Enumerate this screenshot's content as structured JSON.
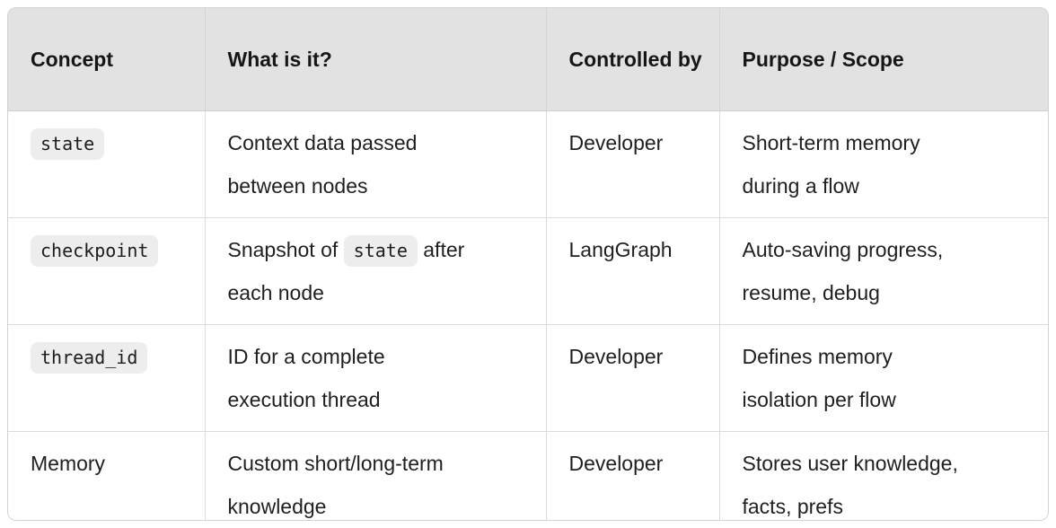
{
  "colors": {
    "header_background": "#e2e2e2",
    "code_pill_background": "#ededed",
    "border": "#d2d2d2",
    "text": "#1f1f1f"
  },
  "table": {
    "headers": [
      "Concept",
      "What is it?",
      "Controlled by",
      "Purpose / Scope"
    ],
    "rows": [
      {
        "concept": {
          "code": true,
          "text": "state"
        },
        "what": [
          {
            "type": "text",
            "value": "Context data passed\nbetween nodes"
          }
        ],
        "controlled_by": "Developer",
        "purpose": "Short-term memory\nduring a flow"
      },
      {
        "concept": {
          "code": true,
          "text": "checkpoint"
        },
        "what": [
          {
            "type": "text",
            "value": "Snapshot of "
          },
          {
            "type": "code",
            "value": "state"
          },
          {
            "type": "text",
            "value": " after\neach node"
          }
        ],
        "controlled_by": "LangGraph",
        "purpose": "Auto-saving progress,\nresume, debug"
      },
      {
        "concept": {
          "code": true,
          "text": "thread_id"
        },
        "what": [
          {
            "type": "text",
            "value": "ID for a complete\nexecution thread"
          }
        ],
        "controlled_by": "Developer",
        "purpose": "Defines memory\nisolation per flow"
      },
      {
        "concept": {
          "code": false,
          "text": "Memory"
        },
        "what": [
          {
            "type": "text",
            "value": "Custom short/long-term\nknowledge"
          }
        ],
        "controlled_by": "Developer",
        "purpose": "Stores user knowledge,\nfacts, prefs"
      }
    ]
  }
}
